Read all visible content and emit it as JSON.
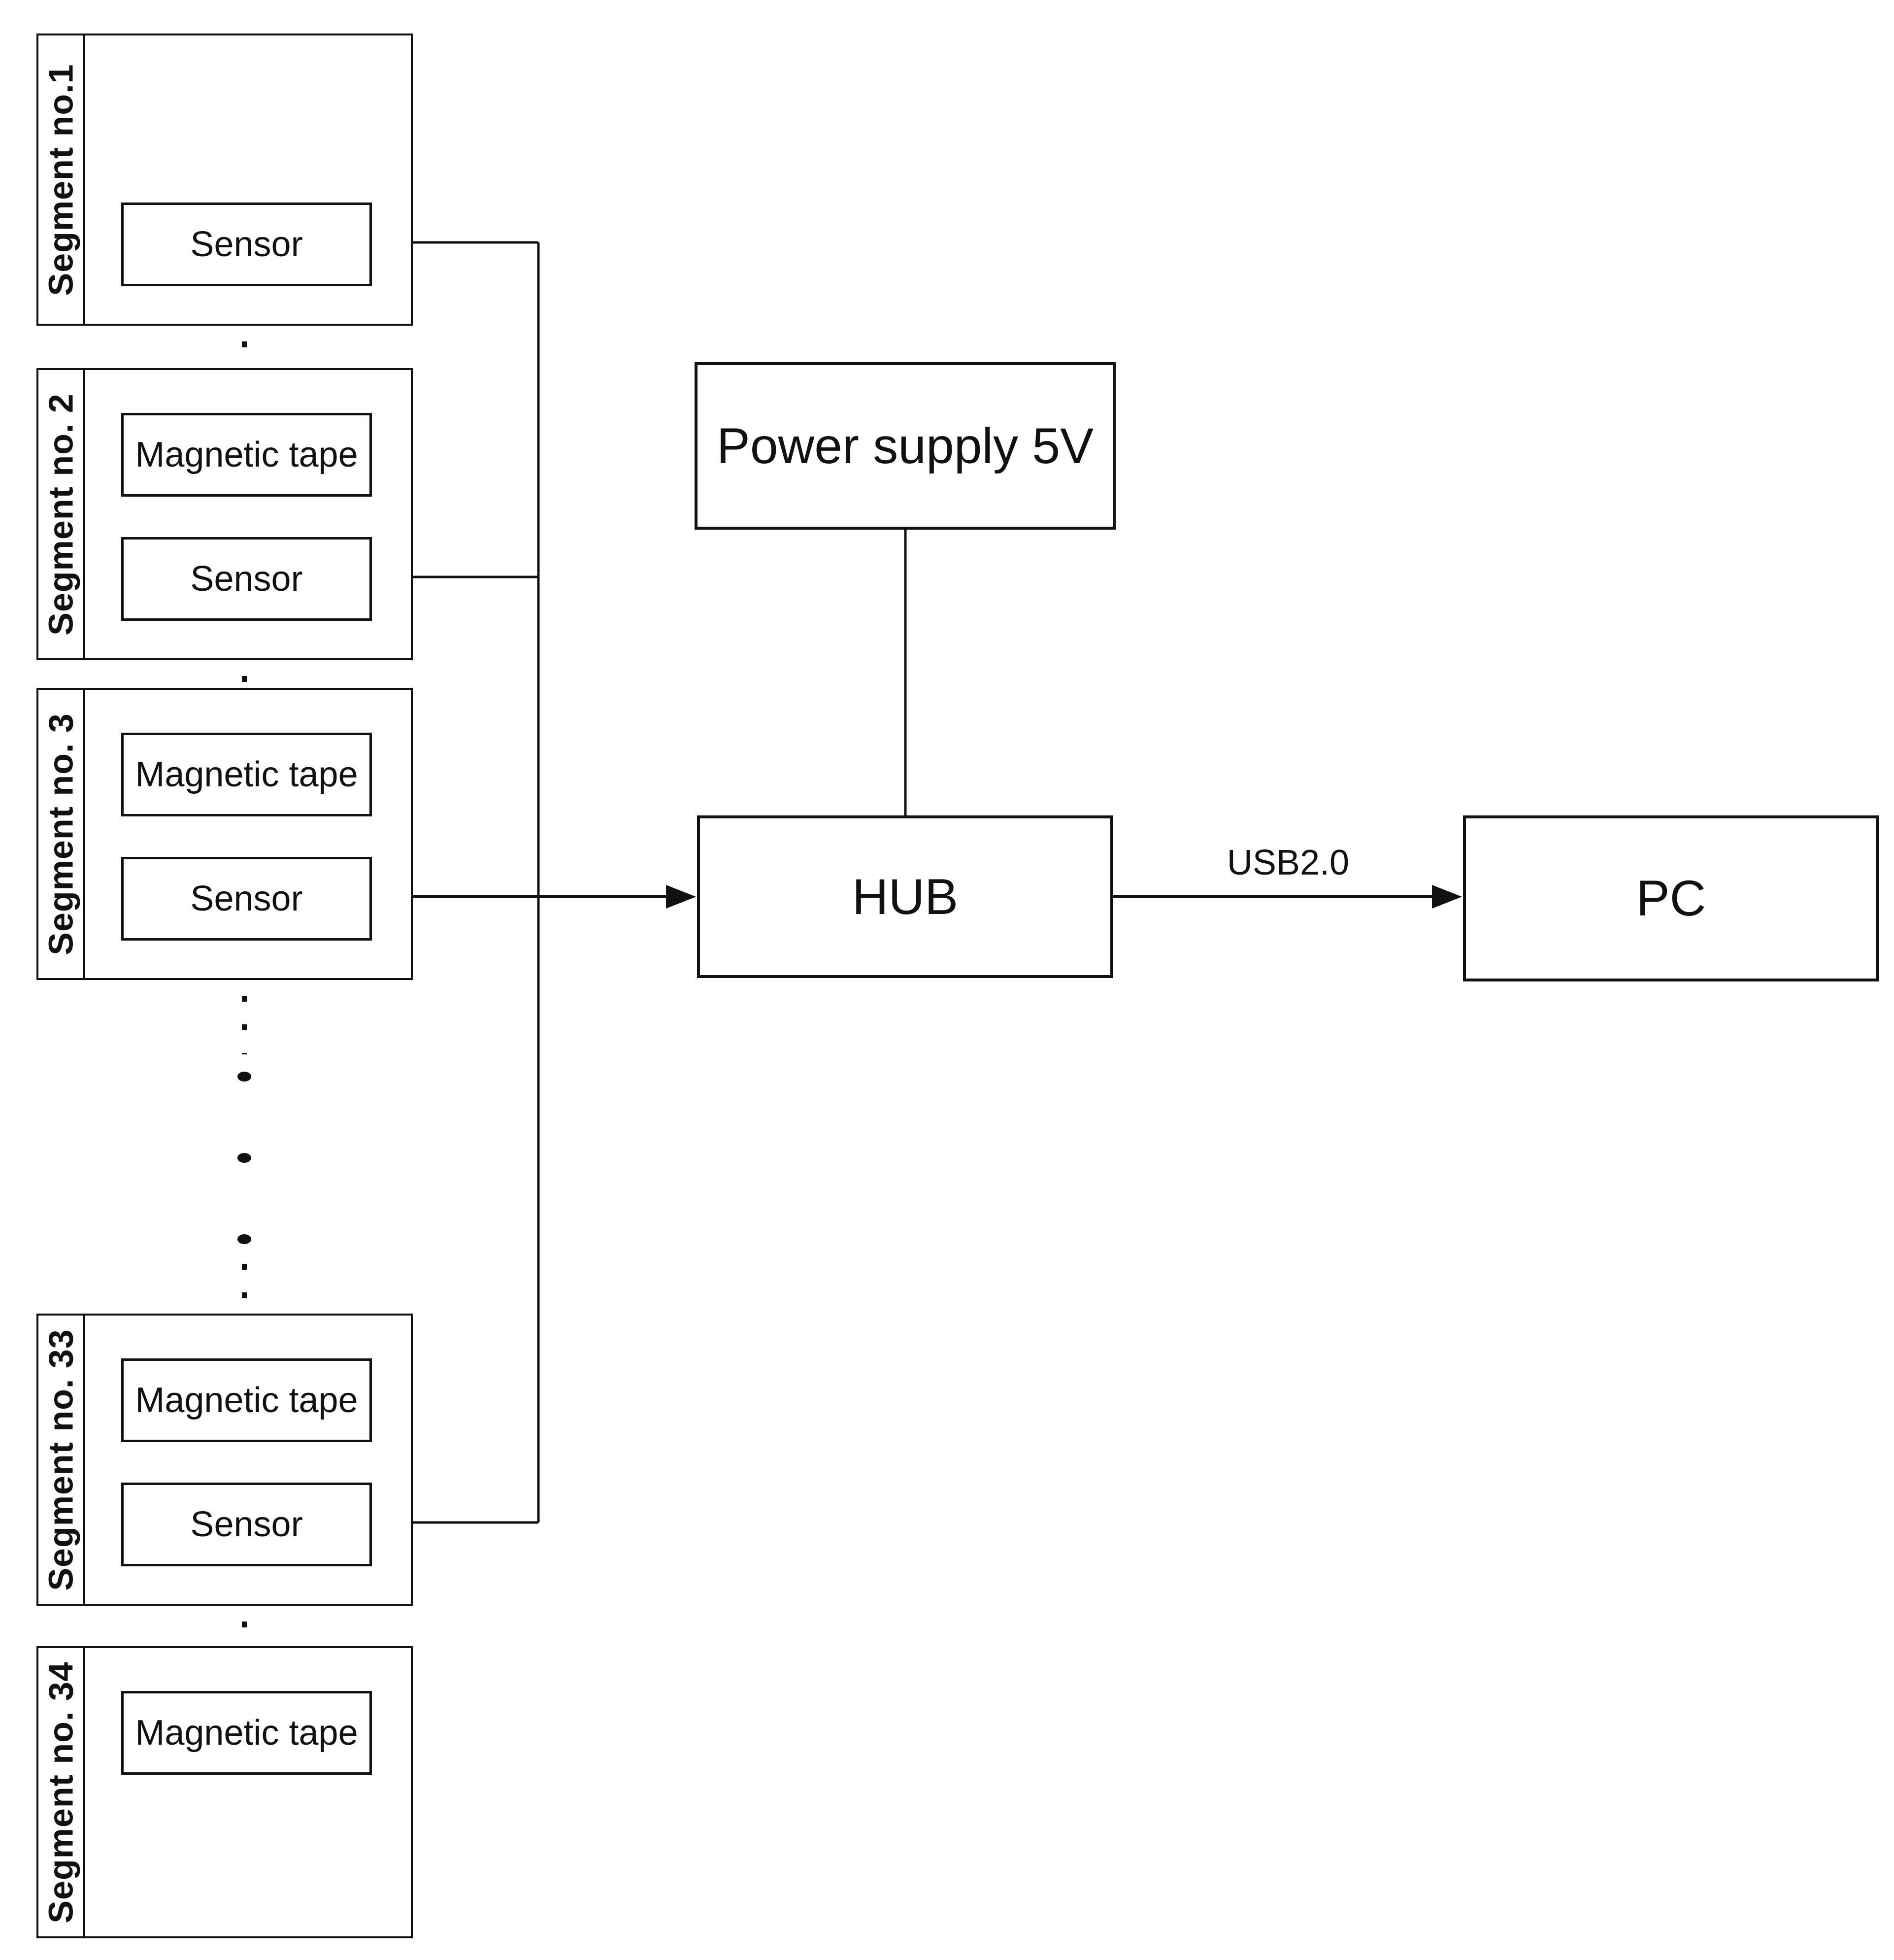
{
  "diagram": {
    "segments": [
      {
        "label": "Segment no.1",
        "magnetic_tape": false,
        "sensor": true
      },
      {
        "label": "Segment no. 2",
        "magnetic_tape": true,
        "sensor": true
      },
      {
        "label": "Segment no. 3",
        "magnetic_tape": true,
        "sensor": true
      },
      {
        "label": "Segment no. 33",
        "magnetic_tape": true,
        "sensor": true
      },
      {
        "label": "Segment no. 34",
        "magnetic_tape": true,
        "sensor": false
      }
    ],
    "labels": {
      "magnetic_tape": "Magnetic tape",
      "sensor": "Sensor",
      "power_supply": "Power supply 5V",
      "hub": "HUB",
      "pc": "PC",
      "usb": "USB2.0"
    },
    "connections": [
      "Sensor segment no.1 -> bus",
      "Sensor segment no. 2 -> bus",
      "Sensor segment no. 3 -> bus -> HUB (arrow)",
      "Sensor segment no. 33 -> bus",
      "Power supply 5V -> HUB",
      "HUB -> PC (USB2.0 arrow)"
    ],
    "colors": {
      "line": "#111111",
      "background": "#ffffff"
    }
  }
}
